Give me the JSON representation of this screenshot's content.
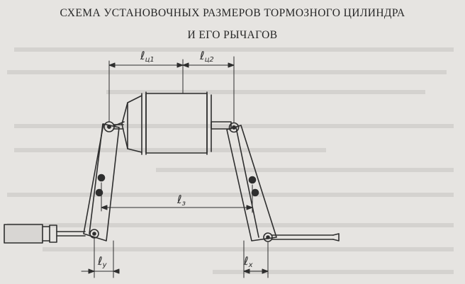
{
  "title": {
    "line1": "СХЕМА УСТАНОВОЧНЫХ РАЗМЕРОВ  ТОРМОЗНОГО ЦИЛИНДРА",
    "line2": "И ЕГО РЫЧАГОВ"
  },
  "dimensions": {
    "l_c1": {
      "main": "ℓ",
      "sub": "ц1"
    },
    "l_c2": {
      "main": "ℓ",
      "sub": "ц2"
    },
    "l_3": {
      "main": "ℓ",
      "sub": "з"
    },
    "l_y": {
      "main": "ℓ",
      "sub": "у"
    },
    "l_x": {
      "main": "ℓ",
      "sub": "х"
    }
  },
  "colors": {
    "ink": "#2e2e2e",
    "paper": "#e6e4e1",
    "bleed": "#bab8b5"
  }
}
